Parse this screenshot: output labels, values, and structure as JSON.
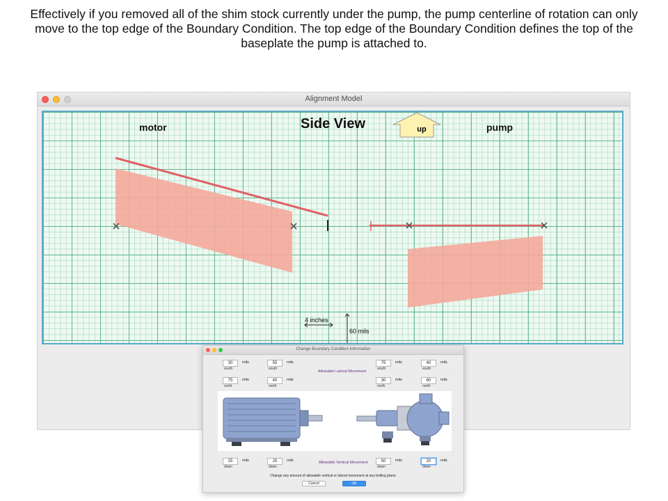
{
  "caption": "Effectively if you removed all of the shim stock currently under the pump, the pump centerline of rotation can only move to the top edge of the Boundary Condition.  The top edge of the Boundary Condition defines the top of the baseplate the pump is attached to.",
  "window": {
    "title": "Alignment Model"
  },
  "side_view": {
    "title": "Side View",
    "motor_label": "motor",
    "pump_label": "pump",
    "up_button": "up",
    "scale_horizontal": "4 inches",
    "scale_vertical": "60 mils",
    "colors": {
      "boundary_fill": "#f4a99b",
      "centerline": "#e06066",
      "up_arrow": "#fdf2b0",
      "grid_border": "#5aa9c8"
    }
  },
  "dialog": {
    "title": "Change Boundary Condition Information",
    "lateral_caption": "Allowable Lateral Movement",
    "vertical_caption": "Allowable Vertical Movement",
    "instructions": "Change any amount of allowable vertical or lateral movement at any bolting plane.",
    "cancel": "Cancel",
    "ok": "OK",
    "unit": "mils",
    "lateral_south": [
      {
        "value": "30",
        "dir": "south"
      },
      {
        "value": "55",
        "dir": "south"
      },
      {
        "value": "75",
        "dir": "south"
      },
      {
        "value": "40",
        "dir": "south"
      }
    ],
    "lateral_north": [
      {
        "value": "75",
        "dir": "north"
      },
      {
        "value": "40",
        "dir": "north"
      },
      {
        "value": "30",
        "dir": "north"
      },
      {
        "value": "60",
        "dir": "north"
      }
    ],
    "vertical_down": [
      {
        "value": "25",
        "dir": "down"
      },
      {
        "value": "25",
        "dir": "down"
      },
      {
        "value": "50",
        "dir": "down"
      },
      {
        "value": "20",
        "dir": "down"
      }
    ]
  }
}
